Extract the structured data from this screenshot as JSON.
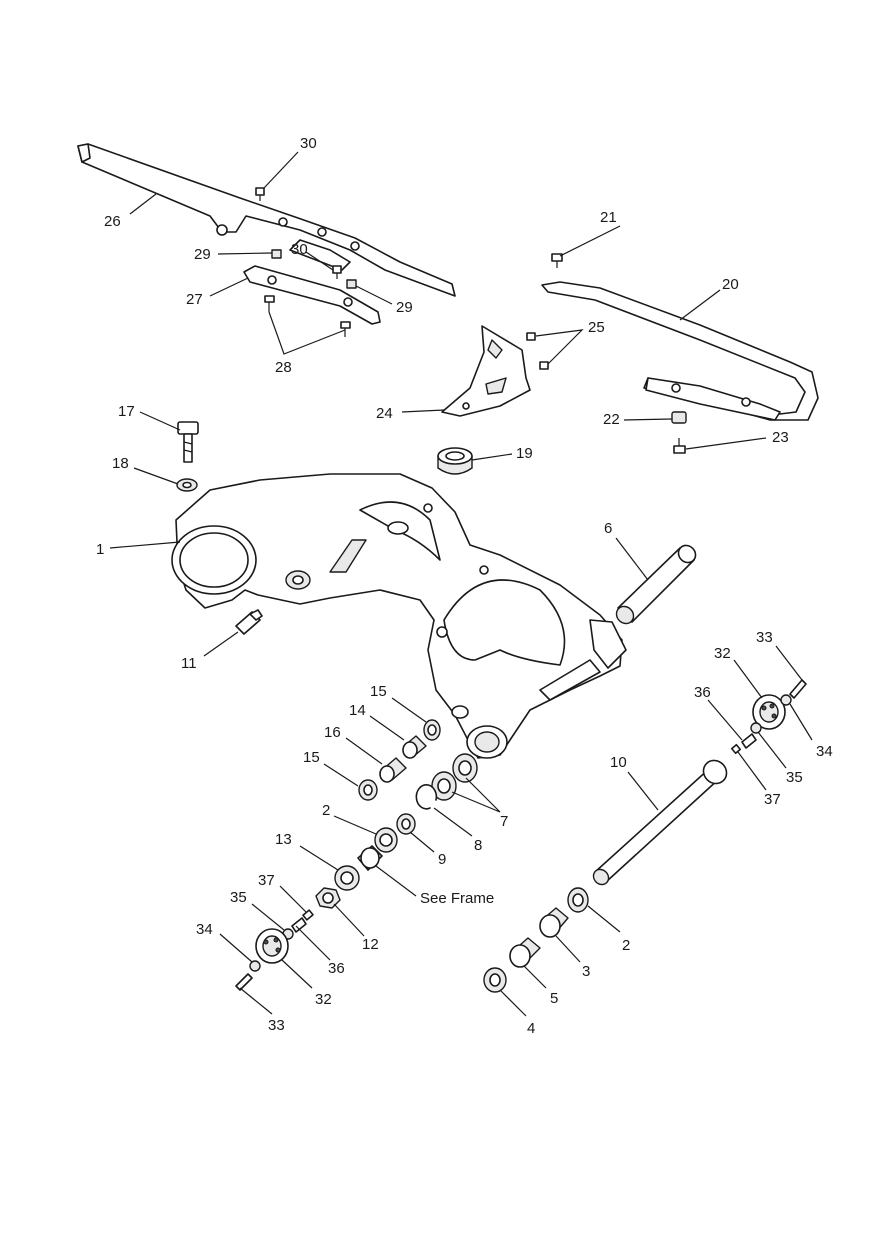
{
  "callouts": [
    {
      "id": "c30a",
      "text": "30"
    },
    {
      "id": "c26",
      "text": "26"
    },
    {
      "id": "c29a",
      "text": "29"
    },
    {
      "id": "c30b",
      "text": "30"
    },
    {
      "id": "c27",
      "text": "27"
    },
    {
      "id": "c29b",
      "text": "29"
    },
    {
      "id": "c28",
      "text": "28"
    },
    {
      "id": "c21",
      "text": "21"
    },
    {
      "id": "c20",
      "text": "20"
    },
    {
      "id": "c25",
      "text": "25"
    },
    {
      "id": "c24",
      "text": "24"
    },
    {
      "id": "c22",
      "text": "22"
    },
    {
      "id": "c23",
      "text": "23"
    },
    {
      "id": "c17",
      "text": "17"
    },
    {
      "id": "c19",
      "text": "19"
    },
    {
      "id": "c18",
      "text": "18"
    },
    {
      "id": "c1",
      "text": "1"
    },
    {
      "id": "c6",
      "text": "6"
    },
    {
      "id": "c11",
      "text": "11"
    },
    {
      "id": "c33a",
      "text": "33"
    },
    {
      "id": "c32a",
      "text": "32"
    },
    {
      "id": "c36a",
      "text": "36"
    },
    {
      "id": "c34a",
      "text": "34"
    },
    {
      "id": "c35a",
      "text": "35"
    },
    {
      "id": "c37a",
      "text": "37"
    },
    {
      "id": "c15a",
      "text": "15"
    },
    {
      "id": "c14",
      "text": "14"
    },
    {
      "id": "c16",
      "text": "16"
    },
    {
      "id": "c15b",
      "text": "15"
    },
    {
      "id": "c10",
      "text": "10"
    },
    {
      "id": "c7",
      "text": "7"
    },
    {
      "id": "c2a",
      "text": "2"
    },
    {
      "id": "c8",
      "text": "8"
    },
    {
      "id": "c9",
      "text": "9"
    },
    {
      "id": "c13",
      "text": "13"
    },
    {
      "id": "cSee",
      "text": "See Frame"
    },
    {
      "id": "c37b",
      "text": "37"
    },
    {
      "id": "c35b",
      "text": "35"
    },
    {
      "id": "c12",
      "text": "12"
    },
    {
      "id": "c34b",
      "text": "34"
    },
    {
      "id": "c36b",
      "text": "36"
    },
    {
      "id": "c32b",
      "text": "32"
    },
    {
      "id": "c33b",
      "text": "33"
    },
    {
      "id": "c2b",
      "text": "2"
    },
    {
      "id": "c3",
      "text": "3"
    },
    {
      "id": "c5",
      "text": "5"
    },
    {
      "id": "c4",
      "text": "4"
    }
  ]
}
